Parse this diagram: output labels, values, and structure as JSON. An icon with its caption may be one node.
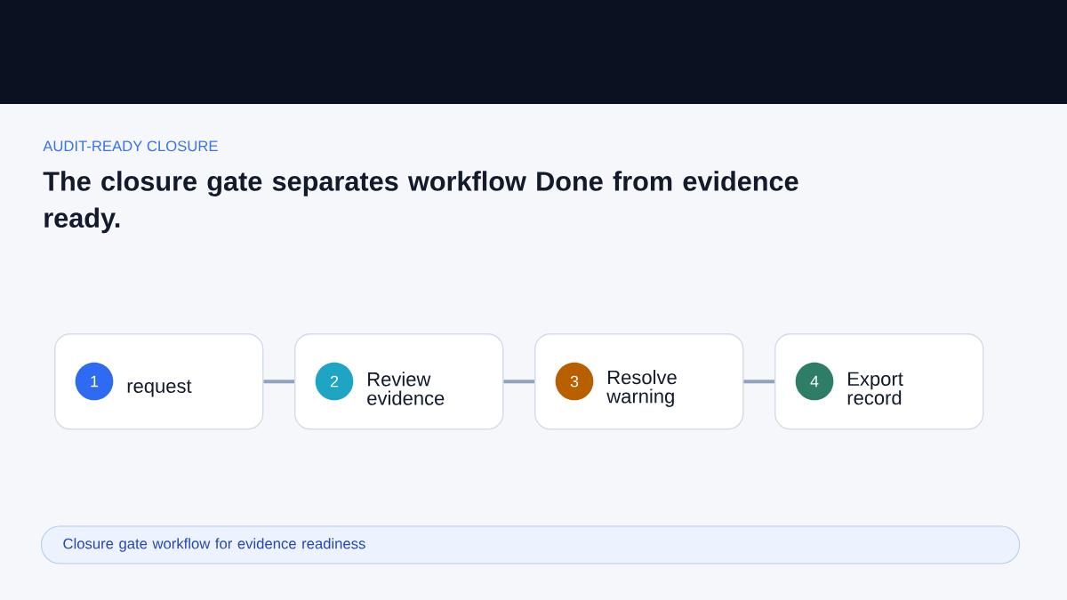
{
  "diagram": {
    "title": "The closure gate separates workflow Done from evidence ready.",
    "caption": "Closure gate workflow for evidence readiness",
    "nodes": [
      {
        "text": [
          "1",
          "request"
        ]
      },
      {
        "text": [
          "2",
          "Review evidence"
        ]
      },
      {
        "text": [
          "3",
          "Resolve warning"
        ]
      },
      {
        "text": [
          "4",
          "Export record"
        ]
      }
    ],
    "edges": [
      {
        "from": 0,
        "to": 1,
        "arrow": "none"
      },
      {
        "from": 1,
        "to": 2,
        "arrow": "none"
      },
      {
        "from": 2,
        "to": 3,
        "arrow": "none"
      }
    ],
    "labels": [
      "AUDIT-READY CLOSURE"
    ]
  }
}
